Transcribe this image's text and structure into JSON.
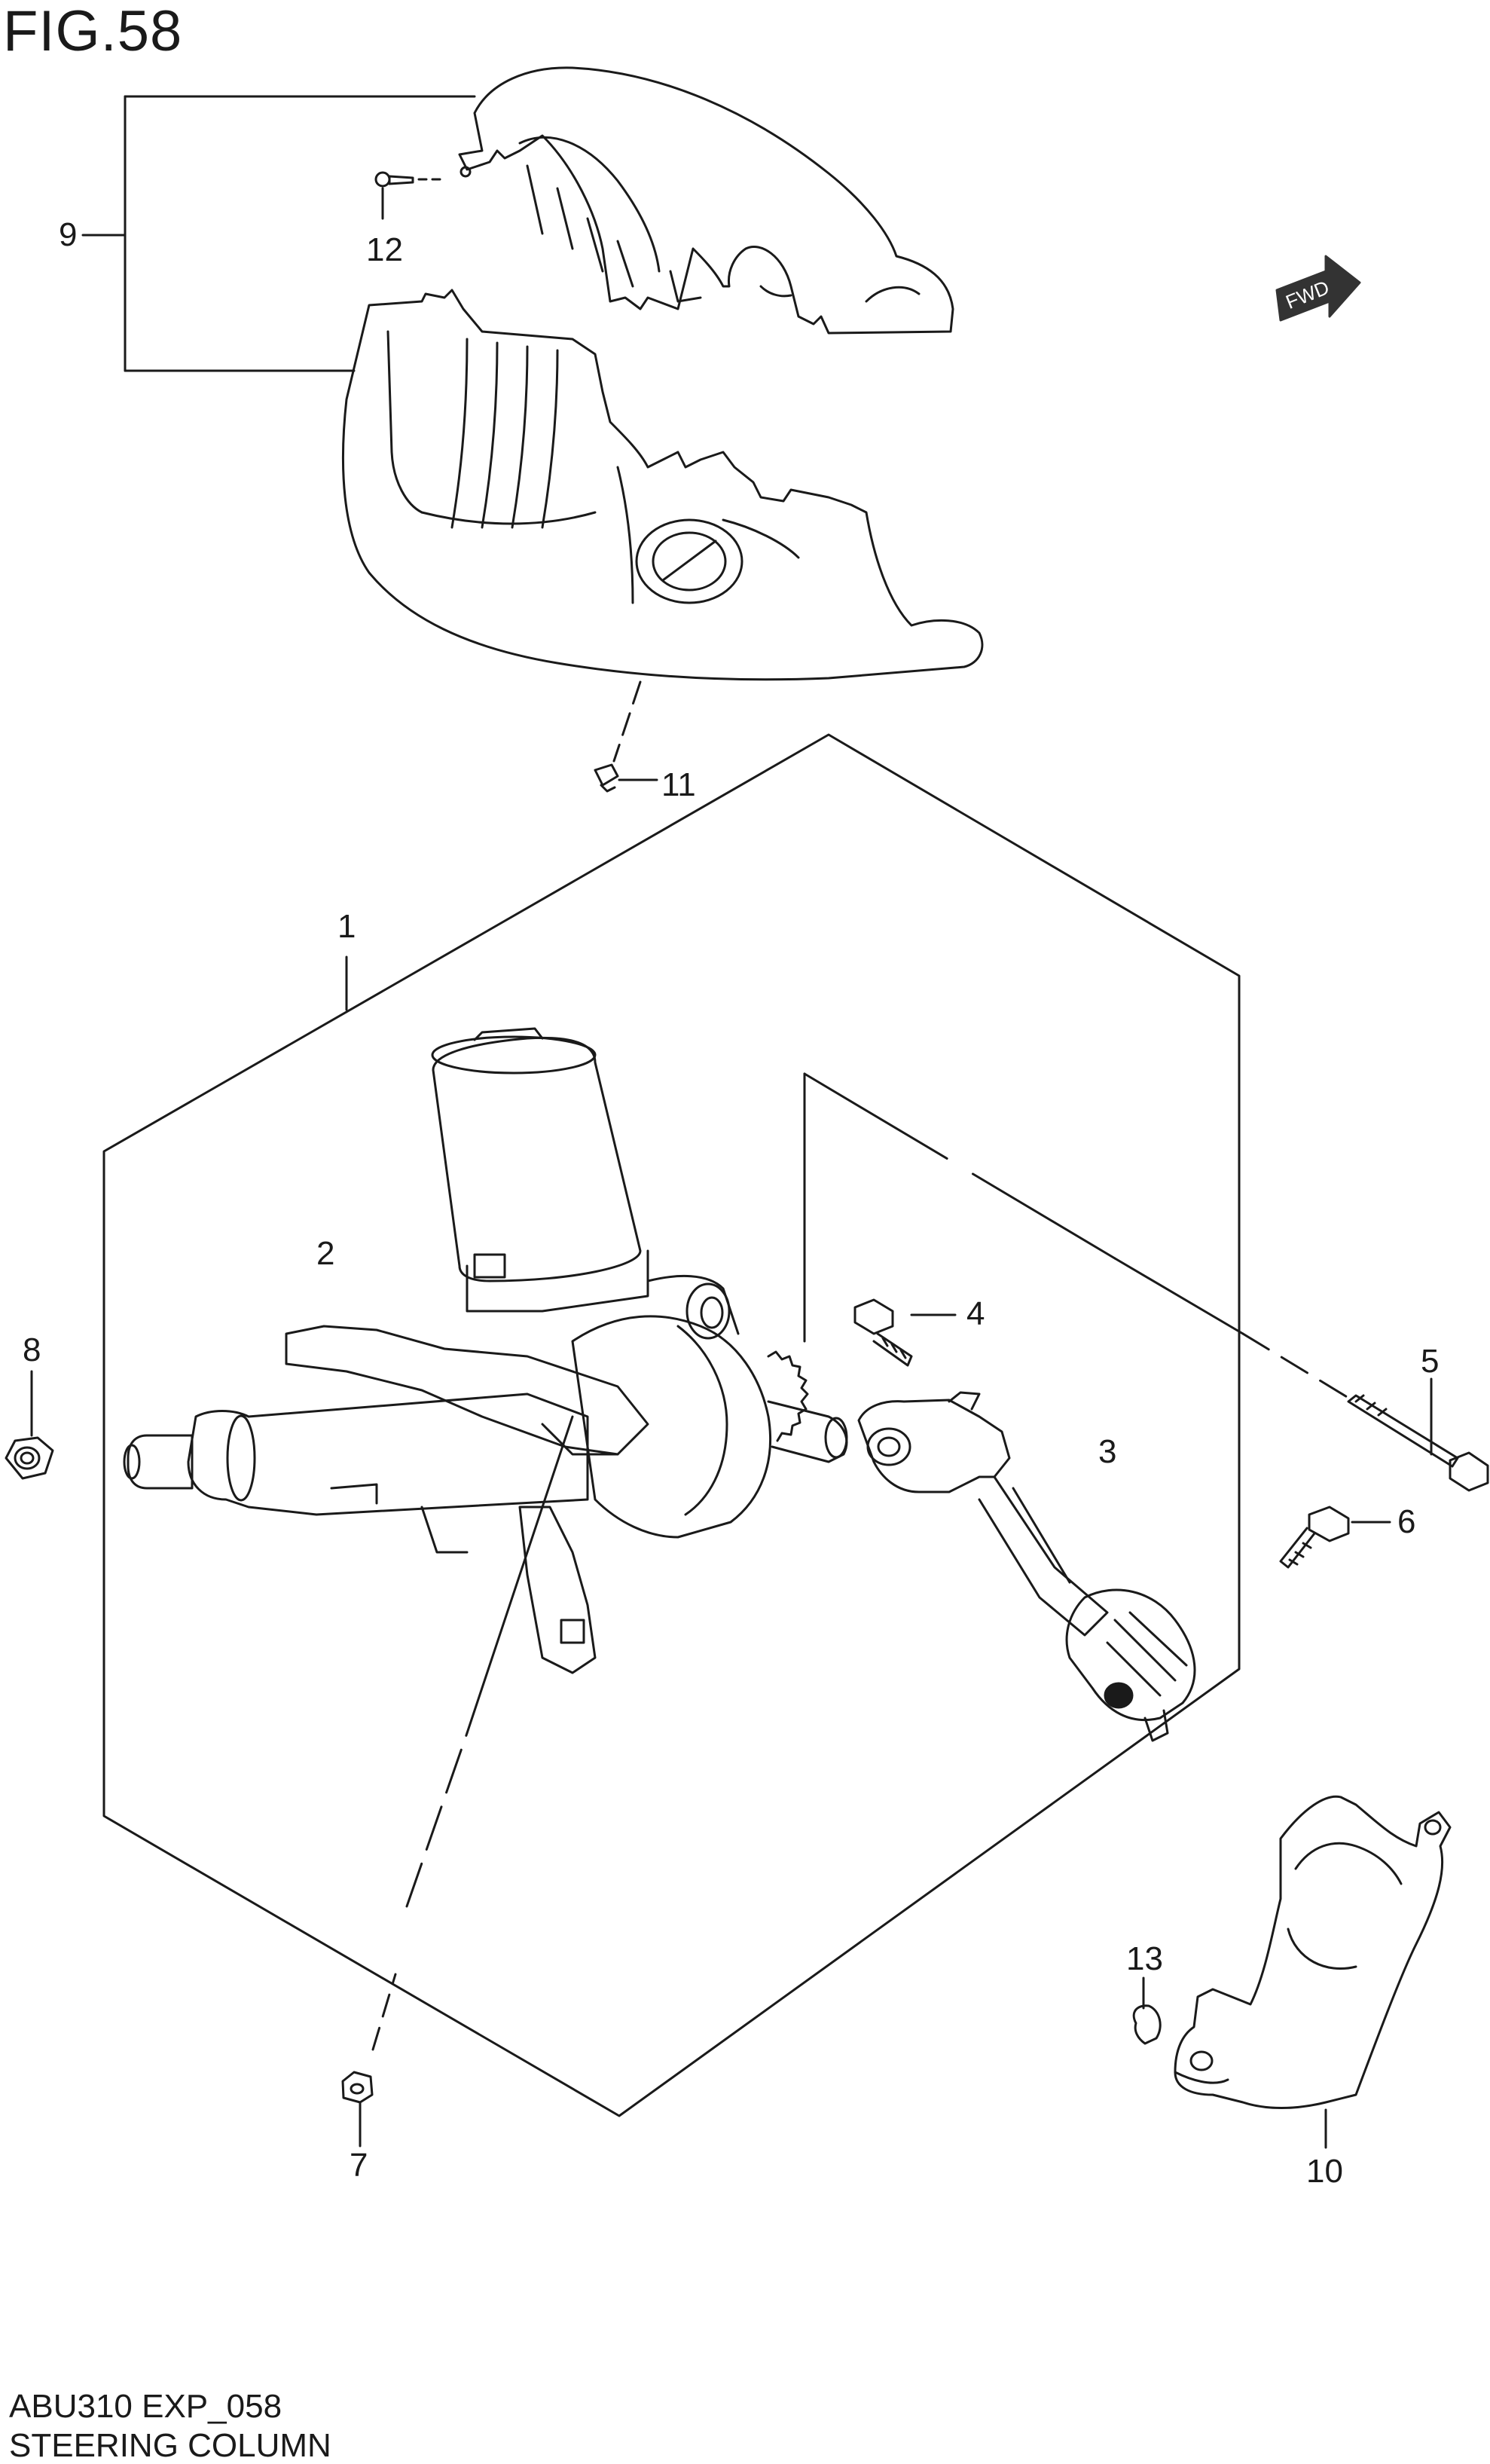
{
  "figure": {
    "title": "FIG.58",
    "code": "ABU310 EXP_058",
    "name": "STEERING COLUMN",
    "direction_badge": "FWD"
  },
  "callouts": [
    {
      "id": "c1",
      "label": "1"
    },
    {
      "id": "c2",
      "label": "2"
    },
    {
      "id": "c3",
      "label": "3"
    },
    {
      "id": "c4",
      "label": "4"
    },
    {
      "id": "c5",
      "label": "5"
    },
    {
      "id": "c6",
      "label": "6"
    },
    {
      "id": "c7",
      "label": "7"
    },
    {
      "id": "c8",
      "label": "8"
    },
    {
      "id": "c9",
      "label": "9"
    },
    {
      "id": "c10",
      "label": "10"
    },
    {
      "id": "c11",
      "label": "11"
    },
    {
      "id": "c12",
      "label": "12"
    },
    {
      "id": "c13",
      "label": "13"
    }
  ],
  "colors": {
    "line": "#1a1a1a",
    "background": "#ffffff",
    "badge_fill": "#333333"
  }
}
